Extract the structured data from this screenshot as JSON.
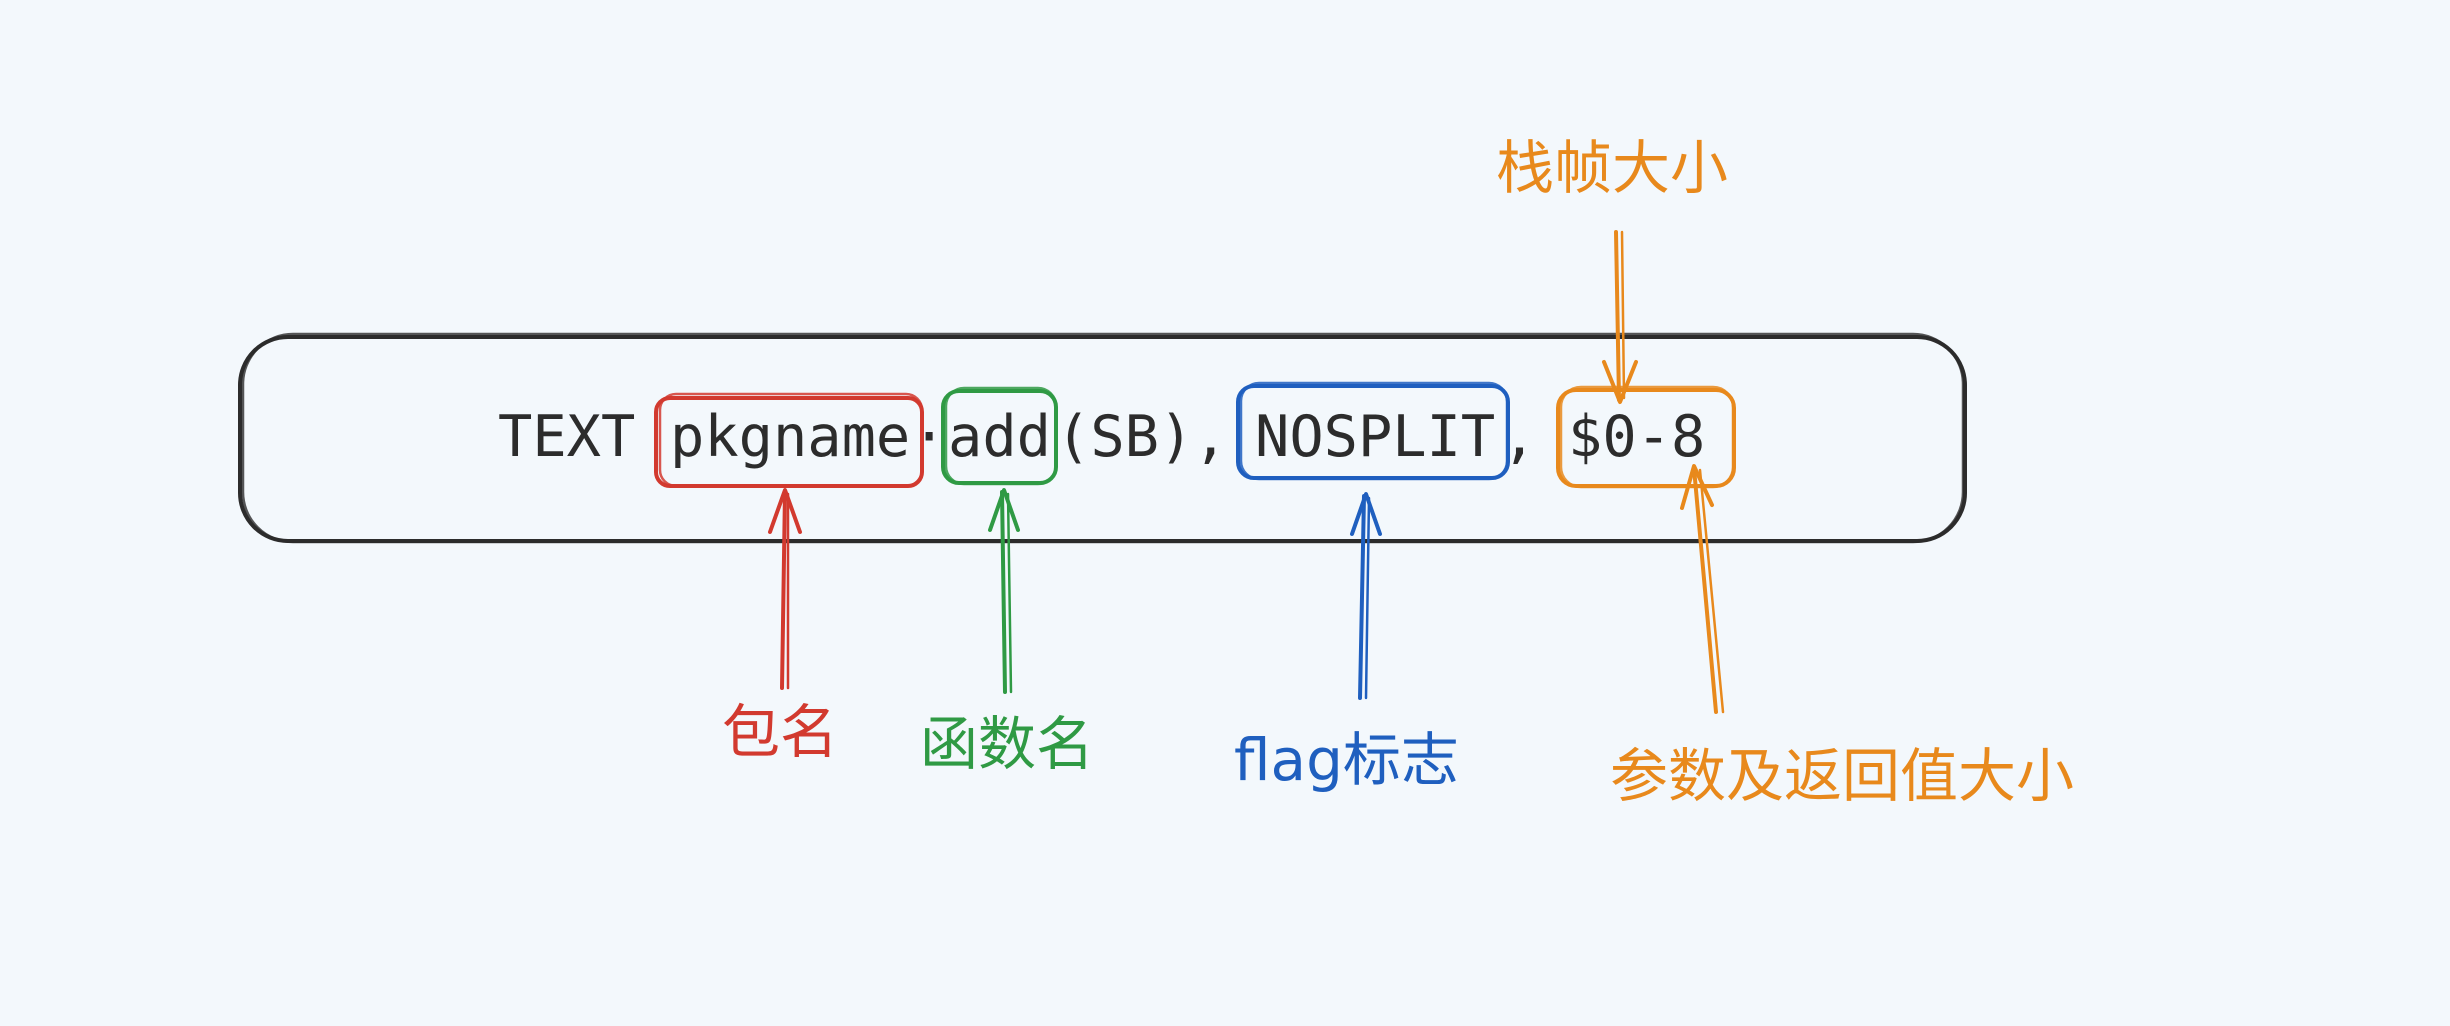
{
  "code": {
    "keyword": "TEXT",
    "package": "pkgname",
    "separator": "·",
    "function": "add",
    "register": "(SB),",
    "flag": "NOSPLIT",
    "comma": ",",
    "size": "$0-8"
  },
  "labels": {
    "package": "包名",
    "function": "函数名",
    "flag": "flag标志",
    "frame_size": "栈帧大小",
    "args_size": "参数及返回值大小"
  },
  "colors": {
    "background": "#f3f8fc",
    "outline": "#2c2c2c",
    "package": "#d23a2f",
    "function": "#2f9a44",
    "flag": "#1f5fbf",
    "size": "#e8891c"
  }
}
